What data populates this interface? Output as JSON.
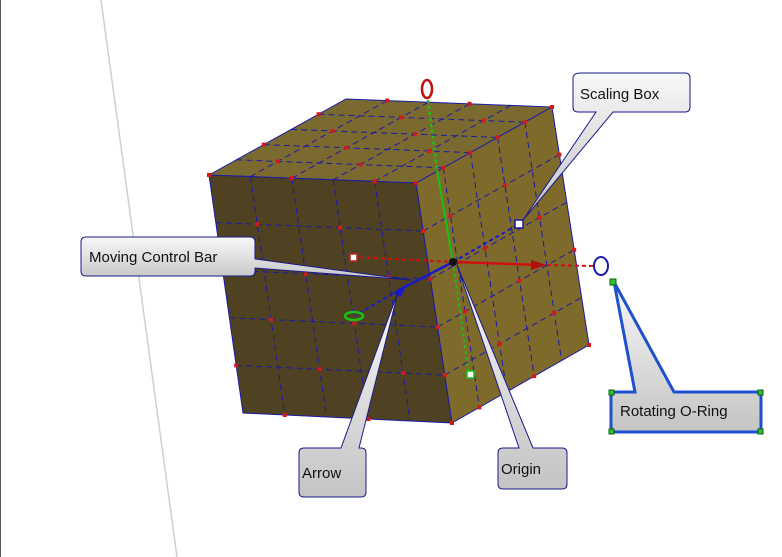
{
  "callouts": {
    "scaling_box": "Scaling Box",
    "moving_control_bar": "Moving Control Bar",
    "arrow": "Arrow",
    "origin": "Origin",
    "rotating_o_ring": "Rotating O-Ring"
  },
  "colors": {
    "top_face": "#7b6a2f",
    "left_face": "#4e4222",
    "right_face": "#7e6a2b",
    "edge": "#1a1aa8",
    "vertex": "#d21a1a",
    "x_axis": "#d01010",
    "y_axis": "#18c018",
    "z_axis": "#1a1ac8",
    "selection": "#1e50d0"
  }
}
